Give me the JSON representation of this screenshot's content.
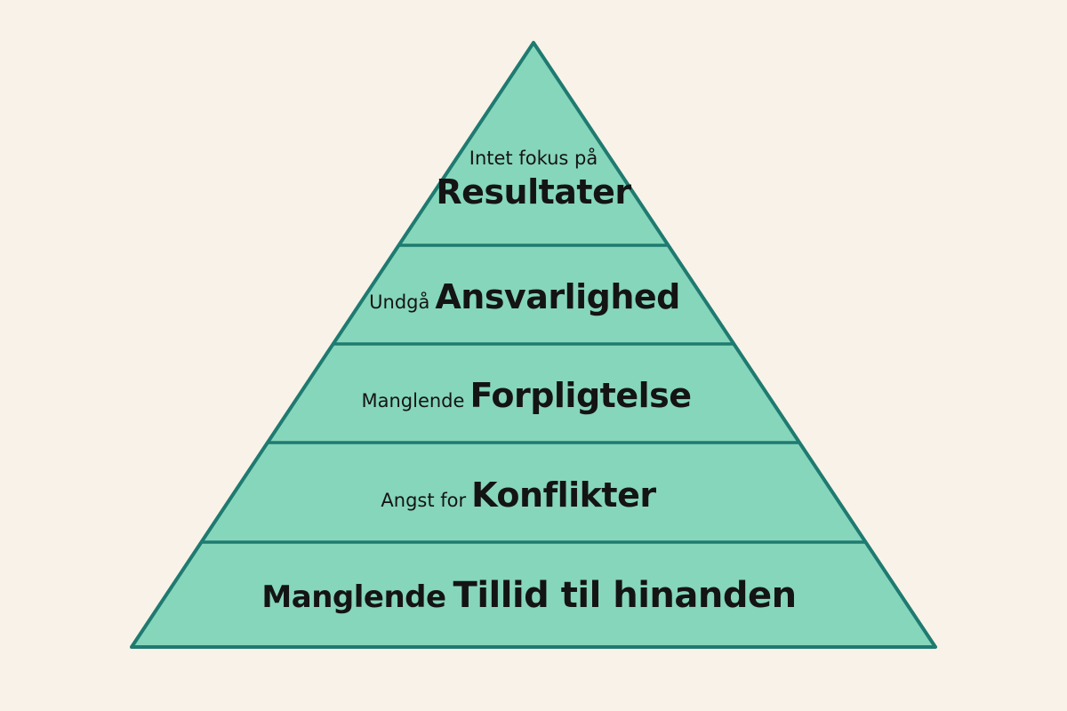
{
  "colors": {
    "background": "#f9f2e8",
    "fill": "#86d6bb",
    "stroke": "#1f7a70"
  },
  "levels": [
    {
      "small": "Intet fokus på",
      "big": "Resultater"
    },
    {
      "small": "Undgå",
      "big": "Ansvarlighed"
    },
    {
      "small": "Manglende",
      "big": "Forpligtelse"
    },
    {
      "small": "Angst for",
      "big": "Konflikter"
    },
    {
      "small": "Manglende",
      "big": "Tillid til hinanden"
    }
  ]
}
